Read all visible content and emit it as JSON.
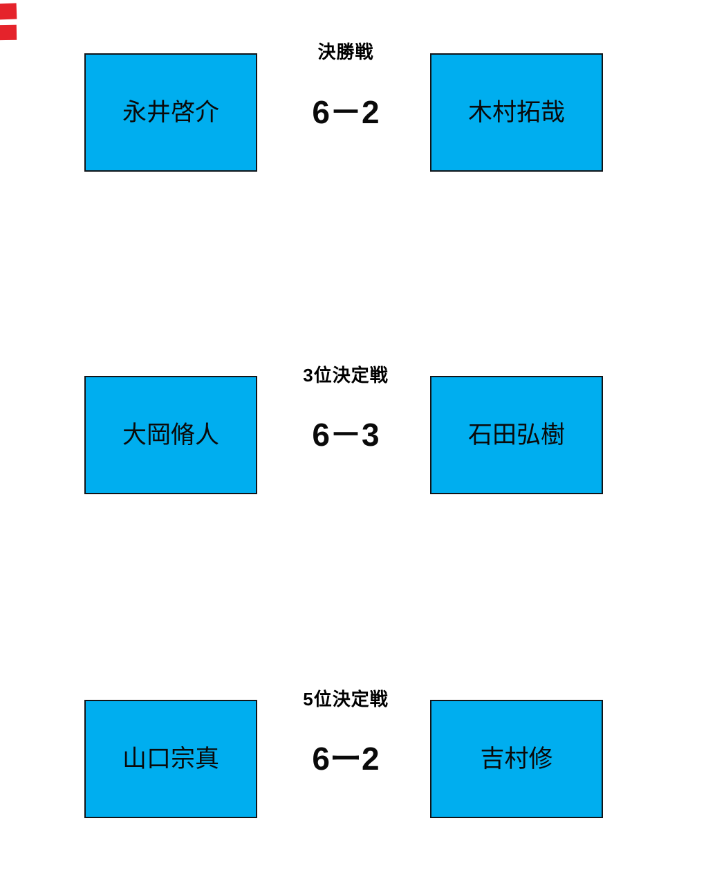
{
  "page": {
    "background": "#ffffff"
  },
  "colors": {
    "player_box_fill": "#00AEEF",
    "player_box_border": "#111418",
    "text": "#000000",
    "edge_mark_red": "#E5232B"
  },
  "edge_marks": {
    "count": 2,
    "color": "#E5232B"
  },
  "matches": [
    {
      "title": "決勝戦",
      "left_player": "永井啓介",
      "score": "6－2",
      "right_player": "木村拓哉"
    },
    {
      "title": "3位決定戦",
      "left_player": "大岡脩人",
      "score": "6－3",
      "right_player": "石田弘樹"
    },
    {
      "title": "5位決定戦",
      "left_player": "山口宗真",
      "score": "6ー2",
      "right_player": "吉村修"
    }
  ]
}
